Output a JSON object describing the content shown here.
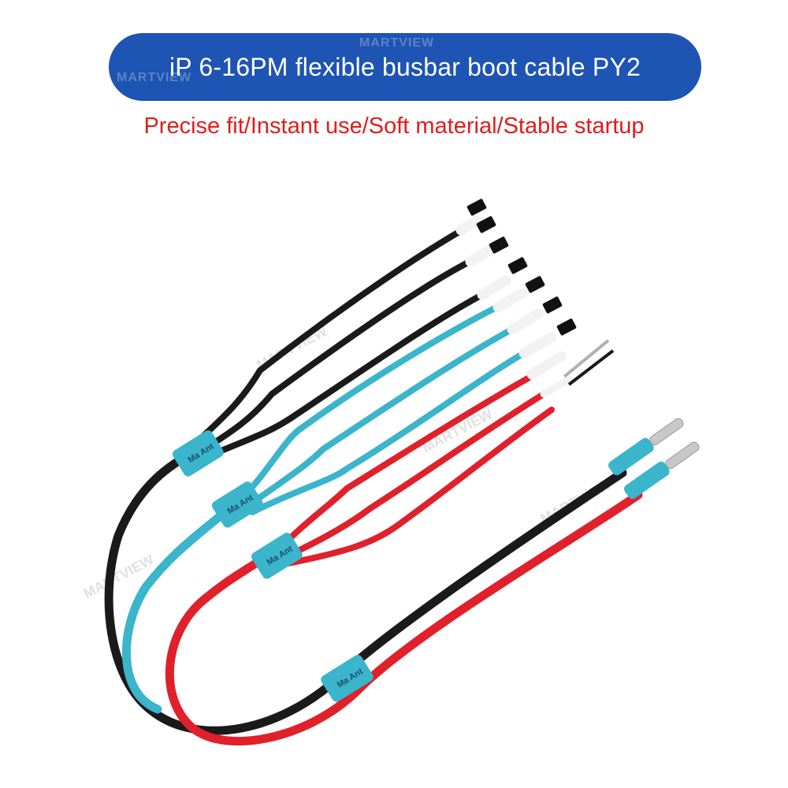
{
  "banner": {
    "title": "iP 6-16PM flexible busbar boot cable PY2",
    "watermark": "MARTVIEW",
    "bg_color": "#1e54b3"
  },
  "tagline": {
    "text": "Precise fit/Instant use/Soft material/Stable startup",
    "color": "#e31b1b"
  },
  "product": {
    "brand_mark": "Ma Ant",
    "cable_colors": {
      "black": "#1a1a1a",
      "blue": "#3ab5cc",
      "red": "#e0202b",
      "white": "#f2f2f2"
    },
    "connector_count": 7
  }
}
